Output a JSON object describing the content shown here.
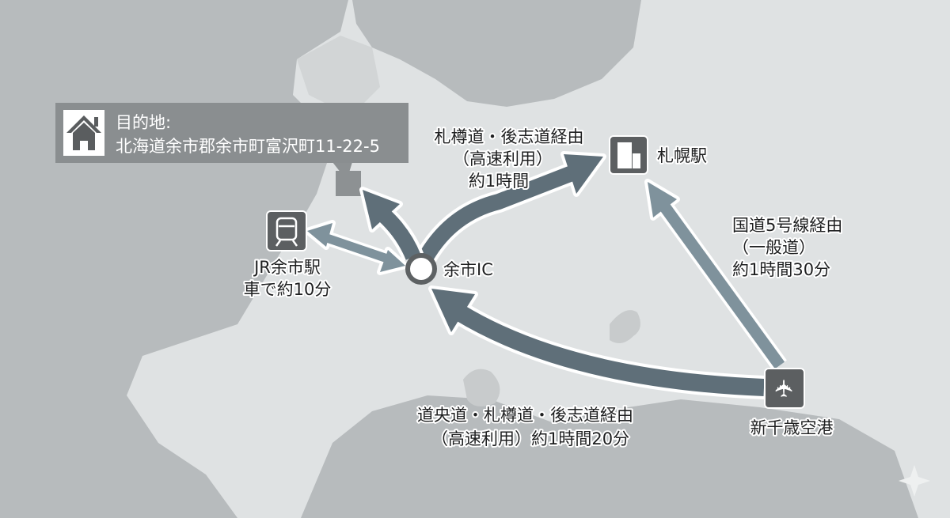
{
  "destination": {
    "icon": "house-icon",
    "title": "目的地:",
    "address": "北海道余市郡余市町富沢町11-22-5"
  },
  "places": {
    "jr_station": {
      "icon": "train-icon",
      "name": "JR余市駅",
      "note": "車で約10分"
    },
    "yoichi_ic": {
      "name": "余市IC"
    },
    "sapporo": {
      "icon": "building-icon",
      "name": "札幌駅"
    },
    "airport": {
      "icon": "airplane-icon",
      "name": "新千歳空港"
    }
  },
  "routes": {
    "ic_to_sapporo": [
      "札樽道・後志道経由",
      "（高速利用）",
      "約1時間"
    ],
    "airport_to_sapporo": [
      "国道5号線経由",
      "（一般道）",
      "約1時間30分"
    ],
    "airport_to_ic": [
      "道央道・札樽道・後志道経由",
      "（高速利用）約1時間20分"
    ]
  },
  "colors": {
    "route_main": "#5f6f79",
    "route_light": "#7f929c",
    "icon_bg": "#5c5f61"
  }
}
